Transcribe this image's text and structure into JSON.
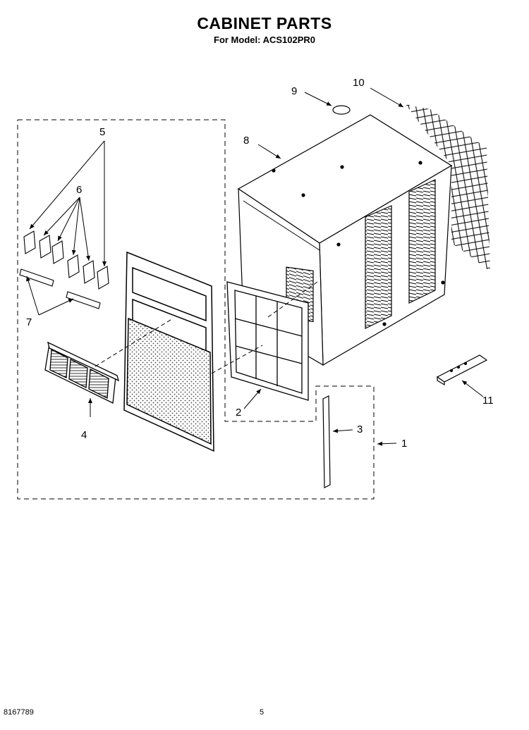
{
  "header": {
    "title": "CABINET PARTS",
    "subtitle": "For Model: ACS102PR0"
  },
  "footer": {
    "doc_number": "8167789",
    "page_number": "5"
  },
  "callouts": {
    "c1": "1",
    "c2": "2",
    "c3": "3",
    "c4": "4",
    "c5": "5",
    "c6": "6",
    "c7": "7",
    "c8": "8",
    "c9": "9",
    "c10": "10",
    "c11": "11"
  }
}
